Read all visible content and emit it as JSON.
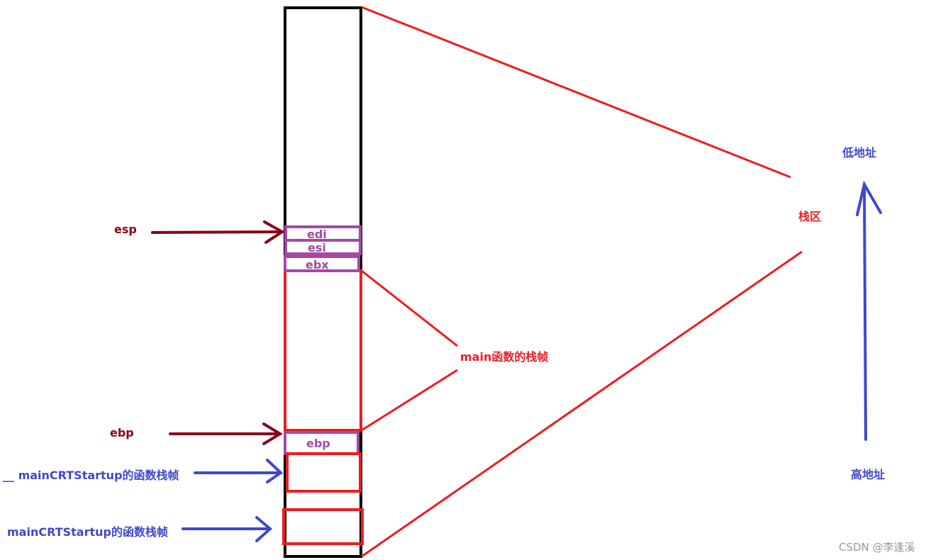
{
  "colors": {
    "pointer": "#8B0016",
    "register": "#A349A4",
    "frame": "#ED1C24",
    "caller": "#3F48CC",
    "stack": "#000000"
  },
  "labels": {
    "esp": "esp",
    "ebp": "ebp",
    "edi": "edi",
    "esi": "esi",
    "ebx": "ebx",
    "ebp_saved": "ebp",
    "main_frame": "main函数的栈帧",
    "stack_area": "栈区",
    "low_address": "低地址",
    "high_address": "高地址",
    "inner_crt_frame": "__ mainCRTStartup的函数栈帧",
    "crt_frame": "mainCRTStartup的函数栈帧"
  },
  "watermark": "CSDN @李逢溪"
}
